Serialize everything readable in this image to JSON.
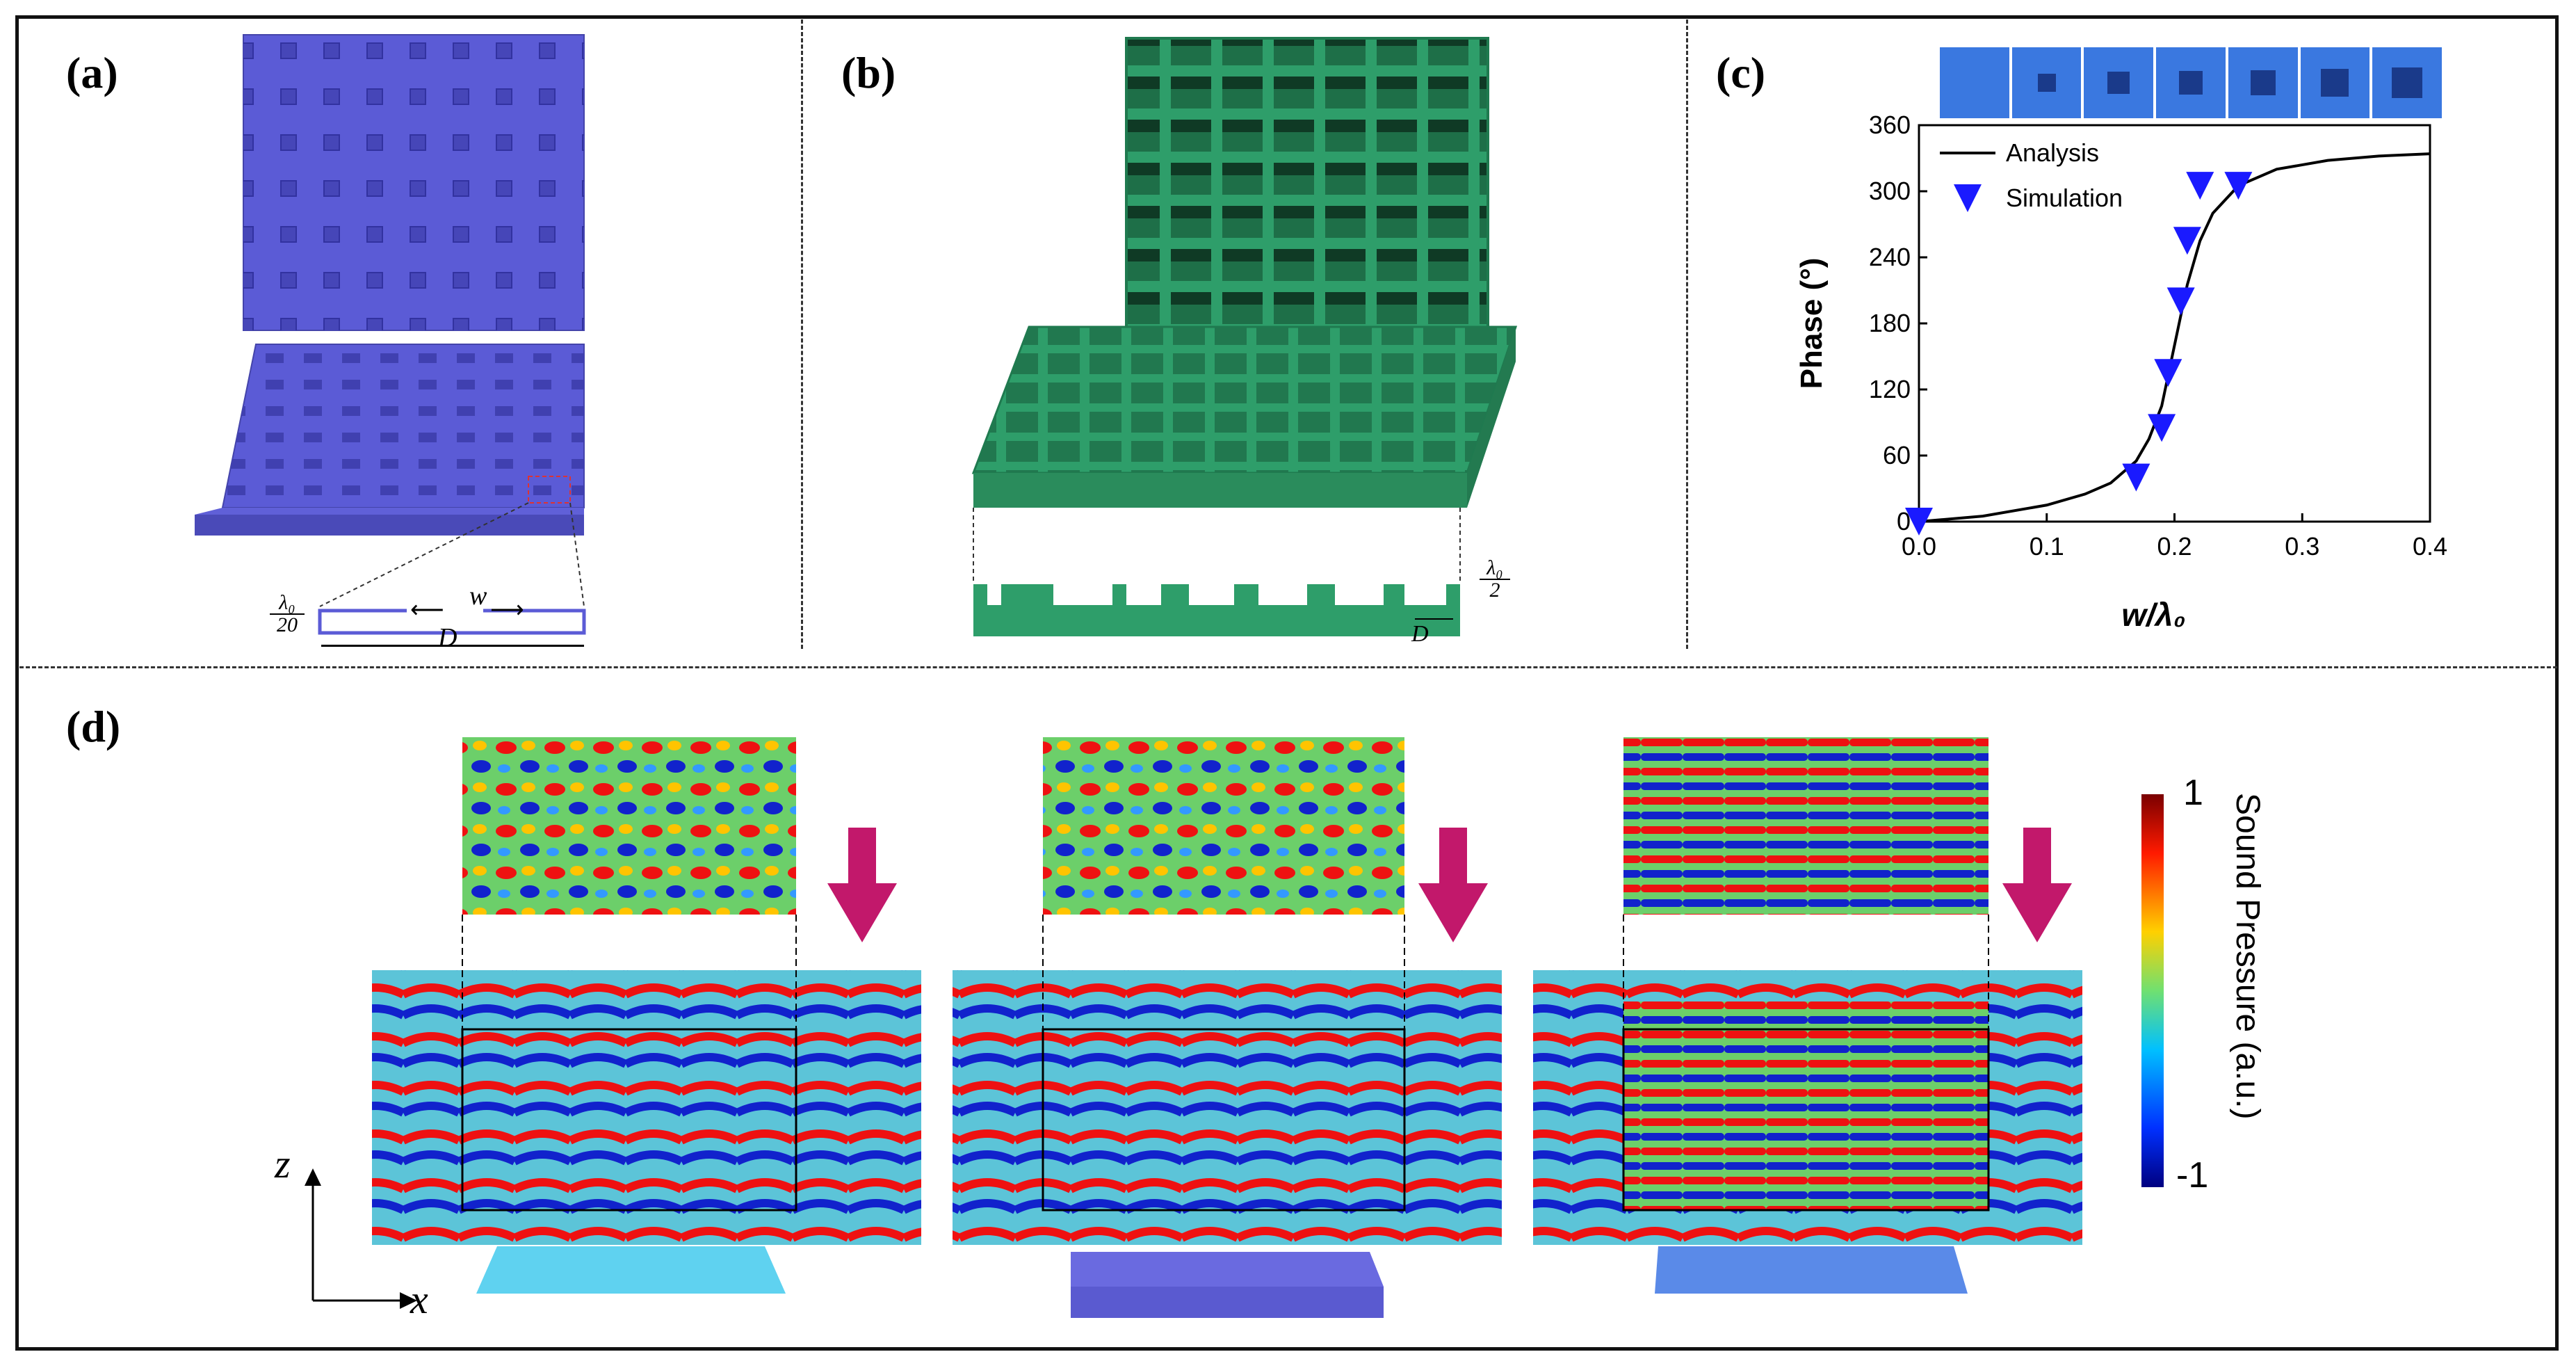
{
  "panels": {
    "a": {
      "label": "(a)",
      "dim_lambda": "λ₀",
      "dim_20": "20",
      "dim_w": "w",
      "dim_D": "D",
      "color": "#5b5bd6"
    },
    "b": {
      "label": "(b)",
      "dim_lambda": "λ₀",
      "dim_2": "2",
      "dim_D": "D",
      "color": "#2e9e6a"
    },
    "c": {
      "label": "(c)"
    },
    "d": {
      "label": "(d)",
      "axis_z": "z",
      "axis_x": "x",
      "colorbar_max": "1",
      "colorbar_min": "-1",
      "colorbar_label": "Sound Pressure (a.u.)"
    }
  },
  "chart_data": {
    "type": "line",
    "xlabel": "w/λ₀",
    "ylabel": "Phase (°)",
    "xlim": [
      0.0,
      0.4
    ],
    "ylim": [
      0,
      360
    ],
    "xticks": [
      "0.0",
      "0.1",
      "0.2",
      "0.3",
      "0.4"
    ],
    "yticks": [
      "0",
      "60",
      "120",
      "180",
      "240",
      "300",
      "360"
    ],
    "legend_position": "top-left",
    "series": [
      {
        "name": "Analysis",
        "style": "line",
        "color": "#000000",
        "x": [
          0.0,
          0.05,
          0.1,
          0.13,
          0.15,
          0.17,
          0.18,
          0.19,
          0.2,
          0.21,
          0.22,
          0.23,
          0.25,
          0.28,
          0.32,
          0.36,
          0.4
        ],
        "y": [
          0,
          5,
          15,
          25,
          35,
          55,
          75,
          105,
          160,
          215,
          255,
          280,
          305,
          320,
          328,
          332,
          334
        ]
      },
      {
        "name": "Simulation",
        "style": "marker-triangle-down",
        "color": "#1a1aff",
        "x": [
          0.0,
          0.17,
          0.19,
          0.195,
          0.205,
          0.21,
          0.22,
          0.25
        ],
        "y": [
          0,
          40,
          85,
          135,
          200,
          255,
          305,
          305
        ]
      }
    ],
    "unit_cell_colors": [
      "#3a78e0",
      "#1a3a8a"
    ]
  }
}
